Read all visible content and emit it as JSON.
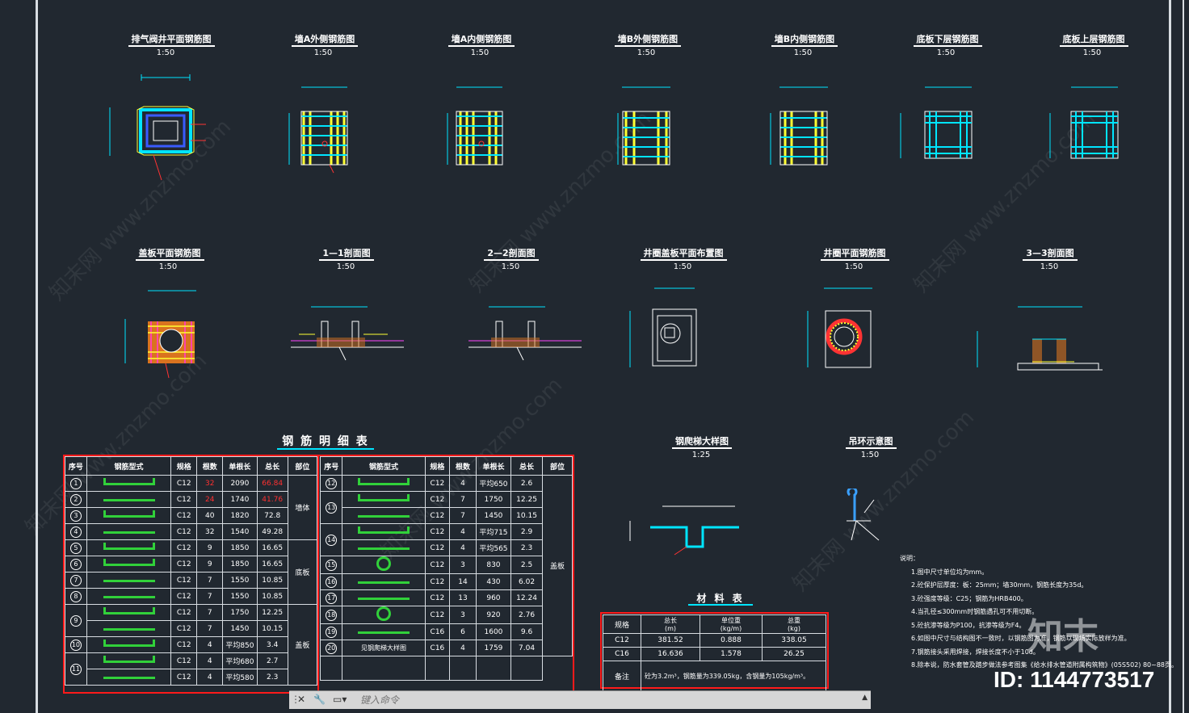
{
  "drawings_row1": [
    {
      "title": "排气阀井平面钢筋图",
      "scale": "1:50"
    },
    {
      "title": "墙A外侧钢筋图",
      "scale": "1:50"
    },
    {
      "title": "墙A内侧钢筋图",
      "scale": "1:50"
    },
    {
      "title": "墙B外侧钢筋图",
      "scale": "1:50"
    },
    {
      "title": "墙B内侧钢筋图",
      "scale": "1:50"
    },
    {
      "title": "底板下层钢筋图",
      "scale": "1:50"
    },
    {
      "title": "底板上层钢筋图",
      "scale": "1:50"
    }
  ],
  "drawings_row2": [
    {
      "title": "盖板平面钢筋图",
      "scale": "1:50"
    },
    {
      "title": "1—1剖面图",
      "scale": "1:50"
    },
    {
      "title": "2—2剖面图",
      "scale": "1:50"
    },
    {
      "title": "井圈盖板平面布置图",
      "scale": "1:50"
    },
    {
      "title": "井圈平面钢筋图",
      "scale": "1:50"
    },
    {
      "title": "3—3剖面图",
      "scale": "1:50"
    }
  ],
  "drawings_row3": [
    {
      "title": "钢爬梯大样图",
      "scale": "1:25"
    },
    {
      "title": "吊环示意图",
      "scale": "1:50"
    }
  ],
  "rebar_table": {
    "title": "钢 筋 明 细 表",
    "headers": [
      "序号",
      "钢筋型式",
      "规格",
      "根数",
      "单根长",
      "总长",
      "部位"
    ],
    "left_rows": [
      {
        "no": "1",
        "spec": "C12",
        "count": "32",
        "len": "2090",
        "total": "66.84"
      },
      {
        "no": "2",
        "spec": "C12",
        "count": "24",
        "len": "1740",
        "total": "41.76"
      },
      {
        "no": "3",
        "spec": "C12",
        "count": "40",
        "len": "1820",
        "total": "72.8"
      },
      {
        "no": "4",
        "spec": "C12",
        "count": "32",
        "len": "1540",
        "total": "49.28"
      },
      {
        "no": "5",
        "spec": "C12",
        "count": "9",
        "len": "1850",
        "total": "16.65"
      },
      {
        "no": "6",
        "spec": "C12",
        "count": "9",
        "len": "1850",
        "total": "16.65"
      },
      {
        "no": "7",
        "spec": "C12",
        "count": "7",
        "len": "1550",
        "total": "10.85"
      },
      {
        "no": "8",
        "spec": "C12",
        "count": "7",
        "len": "1550",
        "total": "10.85"
      },
      {
        "no": "9",
        "spec": "C12",
        "count": "7",
        "len": "1750",
        "total": "12.25"
      },
      {
        "no": "",
        "spec": "C12",
        "count": "7",
        "len": "1450",
        "total": "10.15"
      },
      {
        "no": "10",
        "spec": "C12",
        "count": "4",
        "len": "平均850",
        "total": "3.4"
      },
      {
        "no": "11",
        "spec": "C12",
        "count": "4",
        "len": "平均680",
        "total": "2.7"
      },
      {
        "no": "",
        "spec": "C12",
        "count": "4",
        "len": "平均580",
        "total": "2.3"
      }
    ],
    "left_parts": [
      "墙体",
      "底板",
      "盖板"
    ],
    "right_rows": [
      {
        "no": "12",
        "spec": "C12",
        "count": "4",
        "len": "平均650",
        "total": "2.6"
      },
      {
        "no": "13",
        "spec": "C12",
        "count": "7",
        "len": "1750",
        "total": "12.25"
      },
      {
        "no": "",
        "spec": "C12",
        "count": "7",
        "len": "1450",
        "total": "10.15"
      },
      {
        "no": "14",
        "spec": "C12",
        "count": "4",
        "len": "平均715",
        "total": "2.9"
      },
      {
        "no": "",
        "spec": "C12",
        "count": "4",
        "len": "平均565",
        "total": "2.3"
      },
      {
        "no": "15",
        "spec": "C12",
        "count": "3",
        "len": "830",
        "total": "2.5"
      },
      {
        "no": "16",
        "spec": "C12",
        "count": "14",
        "len": "430",
        "total": "6.02"
      },
      {
        "no": "17",
        "spec": "C12",
        "count": "13",
        "len": "960",
        "total": "12.24"
      },
      {
        "no": "18",
        "spec": "C12",
        "count": "3",
        "len": "920",
        "total": "2.76"
      },
      {
        "no": "19",
        "spec": "C16",
        "count": "6",
        "len": "1600",
        "total": "9.6"
      },
      {
        "no": "20",
        "spec": "C16",
        "count": "4",
        "len": "1759",
        "total": "7.04"
      }
    ],
    "right_part": "盖板",
    "right_row20_shape": "见钢爬梯大样图"
  },
  "material_table": {
    "title": "材 料 表",
    "headers": [
      "规格",
      "总长\n(m)",
      "单位重\n(kg/m)",
      "总重\n(kg)"
    ],
    "rows": [
      {
        "spec": "C12",
        "total": "381.52",
        "unit": "0.888",
        "weight": "338.05"
      },
      {
        "spec": "C16",
        "total": "16.636",
        "unit": "1.578",
        "weight": "26.25"
      }
    ],
    "remark_label": "备注",
    "remark": "砼为3.2m³，钢筋量为339.05kg，含钢量为105kg/m³。"
  },
  "notes": {
    "heading": "说明：",
    "items": [
      "1.图中尺寸单位均为mm。",
      "2.砼保护层厚度：板：25mm；墙30mm，钢筋长度为35d。",
      "3.砼强度等级：C25；钢筋为HRB400。",
      "4.当孔径≤300mm时钢筋遇孔可不用切断。",
      "5.砼抗渗等级为P100，抗渗等级为F4。",
      "6.如图中尺寸与结构图不一致时，以钢筋图为准，钢筋以现场实际放样为准。",
      "7.钢筋接头采用焊接，焊接长度不小于10d。",
      "8.除本说，防水套管及踏步做法参考图集《给水排水管道附属构筑物》(05S502) 80~88页。"
    ]
  },
  "command_line": {
    "placeholder": "键入命令"
  },
  "watermark": "知末网 www.znzmo.com",
  "brand": "知末",
  "id_text": "ID: 1144773517"
}
